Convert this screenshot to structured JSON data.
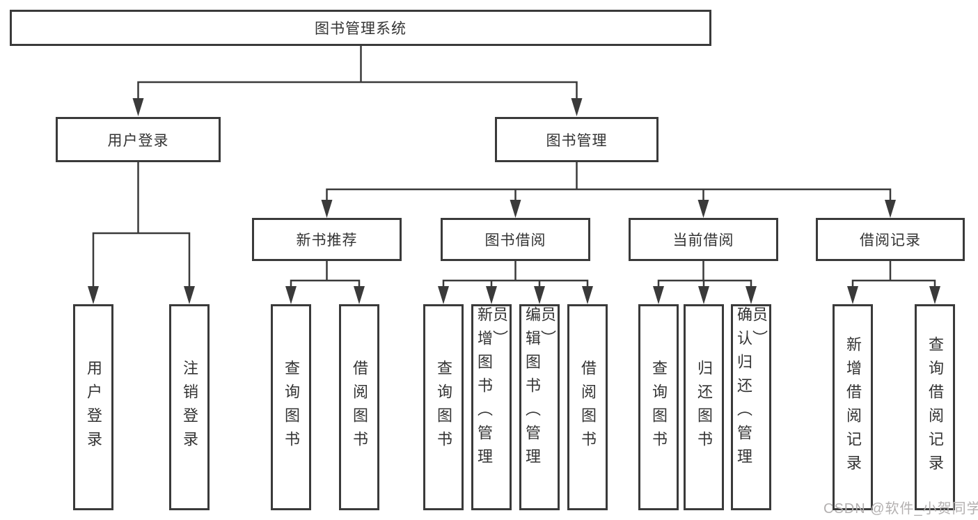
{
  "colors": {
    "background": "#ffffff",
    "line": "#3a3a3a",
    "box_border": "#3a3a3a",
    "text": "#333333",
    "watermark": "#b3b0b0"
  },
  "nodes": {
    "root": {
      "label": "图书管理系统"
    },
    "level2": [
      {
        "label": "用户登录"
      },
      {
        "label": "图书管理"
      }
    ],
    "level3": [
      {
        "label": "新书推荐",
        "parent": "图书管理"
      },
      {
        "label": "图书借阅",
        "parent": "图书管理"
      },
      {
        "label": "当前借阅",
        "parent": "图书管理"
      },
      {
        "label": "借阅记录",
        "parent": "图书管理"
      }
    ],
    "leaves": [
      {
        "label": "用户登录",
        "parent": "用户登录"
      },
      {
        "label": "注销登录",
        "parent": "用户登录"
      },
      {
        "label": "查询图书",
        "parent": "新书推荐"
      },
      {
        "label": "借阅图书",
        "parent": "新书推荐"
      },
      {
        "label": "查询图书",
        "parent": "图书借阅"
      },
      {
        "label": "新增图书（管理员）",
        "parent": "图书借阅"
      },
      {
        "label": "编辑图书（管理员）",
        "parent": "图书借阅"
      },
      {
        "label": "借阅图书",
        "parent": "图书借阅"
      },
      {
        "label": "查询图书",
        "parent": "当前借阅"
      },
      {
        "label": "归还图书",
        "parent": "当前借阅"
      },
      {
        "label": "确认归还（管理员）",
        "parent": "当前借阅"
      },
      {
        "label": "新增借阅记录",
        "parent": "借阅记录"
      },
      {
        "label": "查询借阅记录",
        "parent": "借阅记录"
      }
    ]
  },
  "watermark": {
    "text": "CSDN @软件_小贺同学"
  }
}
